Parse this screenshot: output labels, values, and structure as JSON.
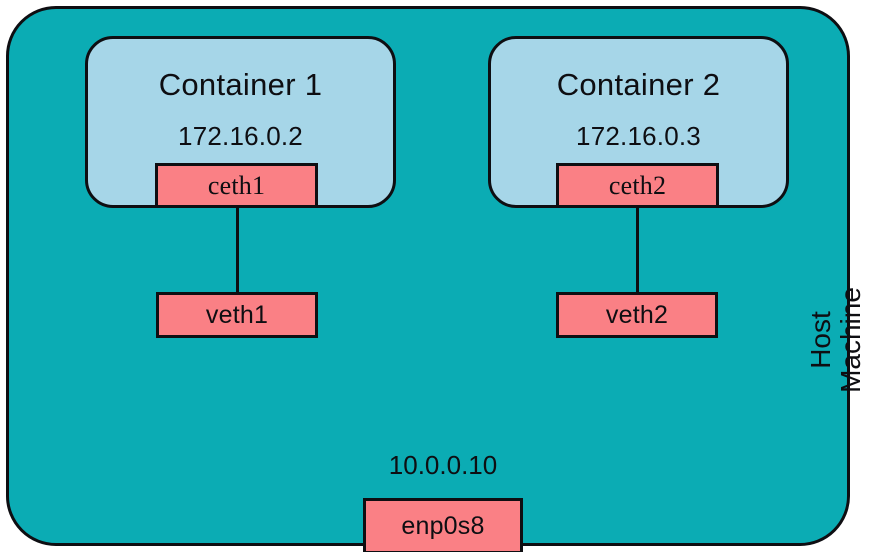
{
  "diagram": {
    "type": "container-networking-topology",
    "host": {
      "label_line1": "Host",
      "label_line2": "Machine",
      "fill_color": "#0BACB4",
      "stroke_color": "#0e0e12",
      "nic": {
        "name": "enp0s8",
        "ip": "10.0.0.10",
        "fill_color": "#FA8085"
      }
    },
    "containers": [
      {
        "title": "Container 1",
        "ip": "172.16.0.2",
        "fill_color": "#A6D6E8",
        "container_nic": "ceth1",
        "host_nic": "veth1"
      },
      {
        "title": "Container 2",
        "ip": "172.16.0.3",
        "fill_color": "#A6D6E8",
        "container_nic": "ceth2",
        "host_nic": "veth2"
      }
    ],
    "links": [
      {
        "from": "ceth1",
        "to": "veth1"
      },
      {
        "from": "ceth2",
        "to": "veth2"
      }
    ],
    "palette": {
      "teal": "#0BACB4",
      "light_blue": "#A6D6E8",
      "salmon": "#FA8085",
      "stroke": "#0e0e12",
      "background": "#ffffff"
    }
  }
}
